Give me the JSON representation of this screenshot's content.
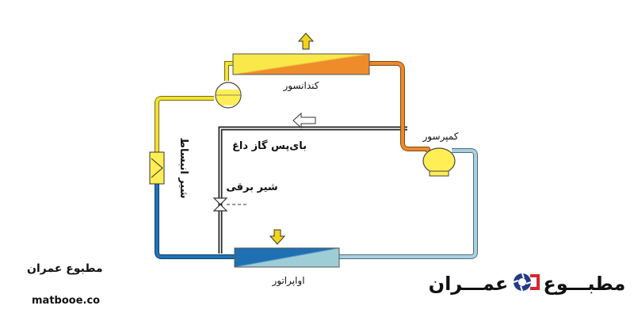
{
  "diagram": {
    "labels": {
      "condenser": "کندانسور",
      "compressor": "کمپرسور",
      "hot_gas_bypass": "بای‌پس گاز داغ",
      "solenoid_valve": "شیر برقی",
      "expansion_valve": "شیر انبساط",
      "evaporator": "اواپراتور"
    }
  },
  "branding": {
    "left_name": "مطبوع عمران",
    "left_url": "matbooe.co",
    "logo_word_start": "مطبـــوع",
    "logo_word_end": "عمـــران"
  },
  "colors": {
    "liquid_line": "#f2e233",
    "hot_gas": "#ec8a2c",
    "cold_line": "#1f73b8",
    "suction_line": "#a9cfe0",
    "evaporator_dark": "#1f6fb3",
    "evaporator_light": "#9fcdd6",
    "condenser_yellow": "#f8e84a",
    "condenser_orange": "#ee8b2b",
    "component_yellow": "#ffee55",
    "bypass_line": "#222222",
    "logo_red": "#d6262f",
    "logo_navy": "#233a8b"
  },
  "icons": [
    "arrow-up-icon",
    "arrow-left-icon",
    "arrow-down-icon",
    "solenoid-valve-icon",
    "brand-logo-icon"
  ]
}
